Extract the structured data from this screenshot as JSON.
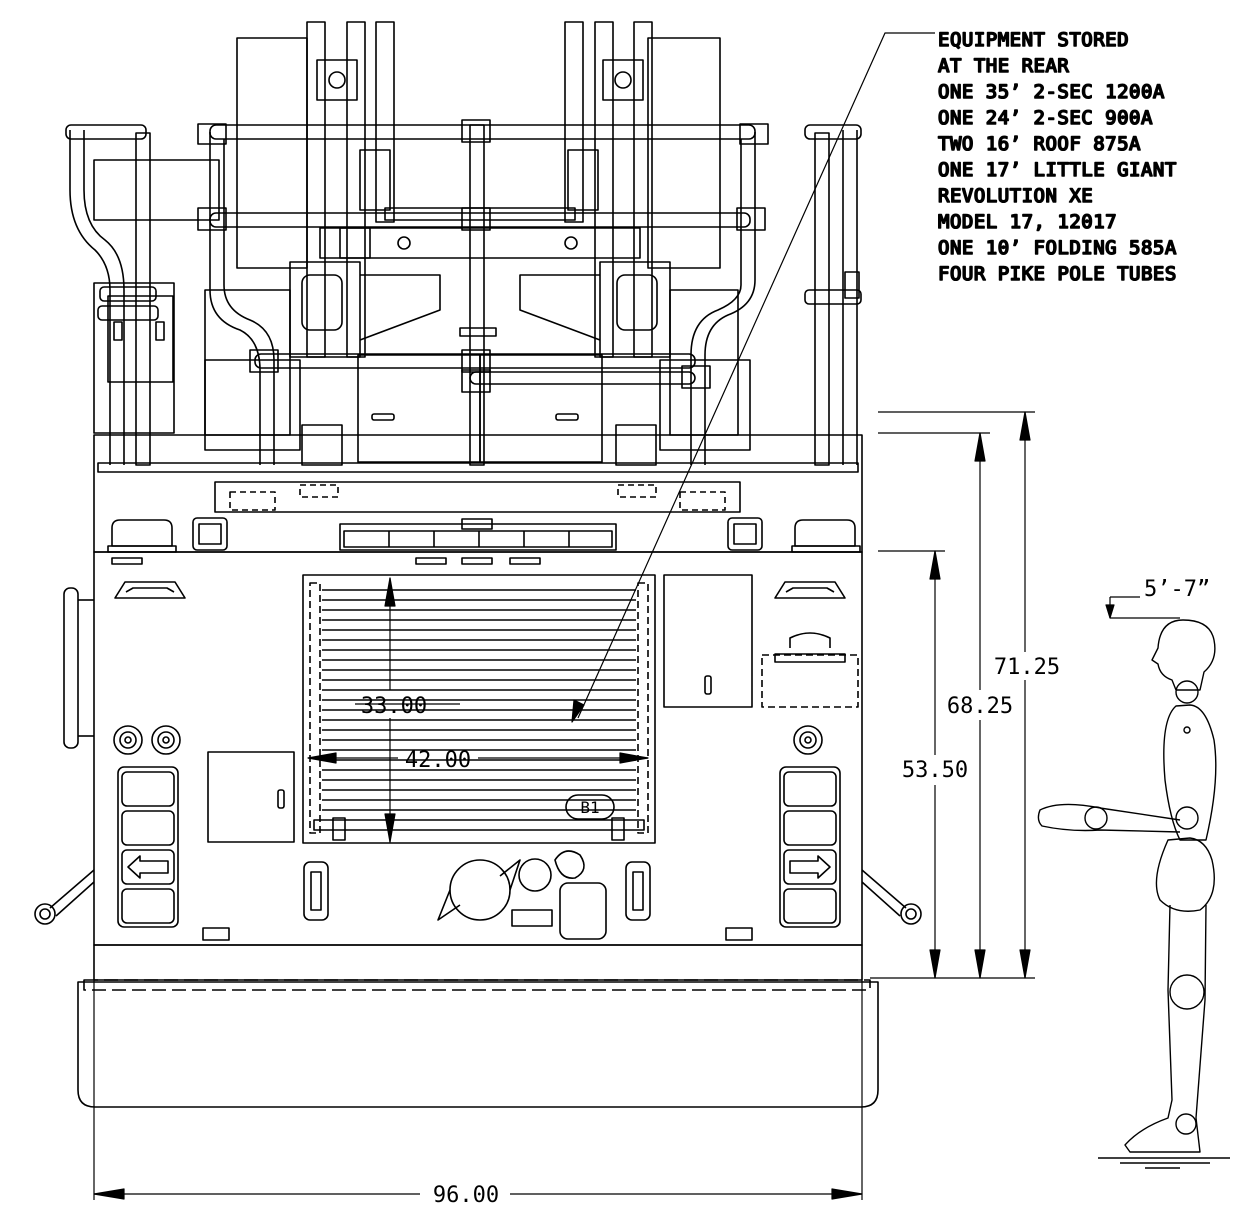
{
  "equipment_note": [
    "EQUIPMENT STORED",
    "AT THE REAR",
    "ONE 35’ 2-SEC 1200A",
    "ONE 24’ 2-SEC 900A",
    "TWO 16’ ROOF 875A",
    "ONE 17’ LITTLE GIANT",
    "REVOLUTION XE",
    "MODEL 17, 12017",
    "ONE 10’ FOLDING 585A",
    "FOUR PIKE POLE TUBES"
  ],
  "dimensions": {
    "overall_width": "96.00",
    "door_width": "42.00",
    "door_height": "33.00",
    "height_71": "71.25",
    "height_68": "68.25",
    "height_53": "53.50",
    "person_height": "5’-7”"
  },
  "compartment_tag": "B1"
}
